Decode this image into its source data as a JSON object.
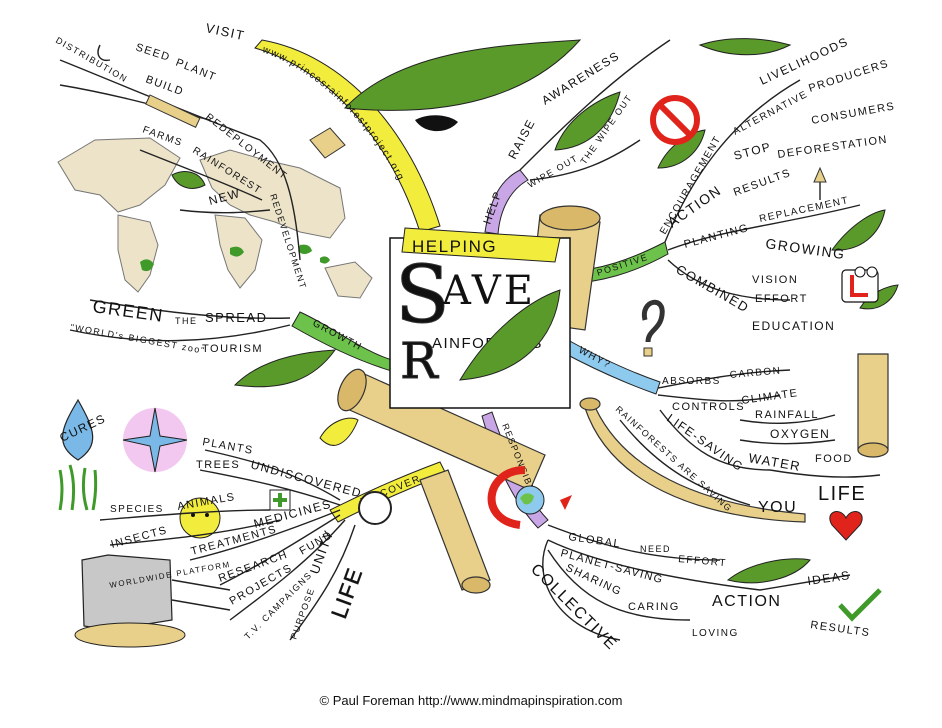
{
  "colors": {
    "yellow_branch": "#f2ec3c",
    "green_branch": "#6cc24a",
    "purple_branch": "#c9a6e6",
    "blue_branch": "#8ec9ee",
    "leaf": "#5a9a2a",
    "wood": "#e8d08a",
    "red": "#e0241c",
    "cures_drop": "#7ab8e8",
    "star_bg": "#f2c8f0"
  },
  "center": {
    "helping": "HELPING",
    "save_s": "S",
    "save_rest": "AVE",
    "rain_r": "R",
    "rain_rest": "AINFORESTS"
  },
  "branches": {
    "visit": "VISIT",
    "url": "www.princesrainforestproject.org",
    "help": "HELP",
    "positive": "POSITIVE",
    "why": "WHY?",
    "responsibility": "RESPONSIBILITY",
    "discover": "DISCOVER",
    "growth": "GROWTH"
  },
  "visit_words": [
    "SEED",
    "PLANT",
    "DISTRIBUTION",
    "BUILD",
    "REDEPLOYMENT",
    "REDEVELOPMENT",
    "FARMS",
    "RAINFOREST",
    "NEW",
    "GREEN",
    "THE",
    "SPREAD",
    "\"WORLD's BIGGEST zoo\"",
    "TOURISM"
  ],
  "help_words": [
    "RAISE",
    "AWARENESS",
    "WIPE OUT",
    "THE WIPE OUT"
  ],
  "positive_words": [
    "LIVELIHOODS",
    "PRODUCERS",
    "CONSUMERS",
    "ALTERNATIVE",
    "ENCOURAGEMENT",
    "STOP",
    "DEFORESTATION",
    "ACTION",
    "RESULTS",
    "REPLACEMENT",
    "PLANTING",
    "GROWING",
    "COMBINED",
    "VISION",
    "EFFORT",
    "EDUCATION"
  ],
  "why_words": [
    "ABSORBS",
    "CARBON",
    "CONTROLS",
    "CLIMATE",
    "RAINFALL",
    "OXYGEN",
    "LIFE-SAVING",
    "WATER",
    "FOOD",
    "LIFE",
    "RAINFORESTS ARE SAVING",
    "YOU"
  ],
  "resp_words": [
    "GLOBAL",
    "NEED",
    "EFFORT",
    "PLANET-SAVING",
    "IDEAS",
    "SHARING",
    "CARING",
    "ACTION",
    "RESULTS",
    "COLLECTIVE",
    "LOVING"
  ],
  "discover_words": [
    "PLANTS",
    "TREES",
    "UNDISCOVERED",
    "CURES",
    "SPECIES",
    "ANIMALS",
    "INSECTS",
    "MEDICINES",
    "TREATMENTS",
    "RESEARCH",
    "FUND",
    "PROJECTS",
    "T.V. CAMPAIGNS",
    "UNITY",
    "PURPOSE",
    "LIFE",
    "WORLDWIDE PLATFORM"
  ],
  "credit": "© Paul Foreman http://www.mindmapinspiration.com"
}
